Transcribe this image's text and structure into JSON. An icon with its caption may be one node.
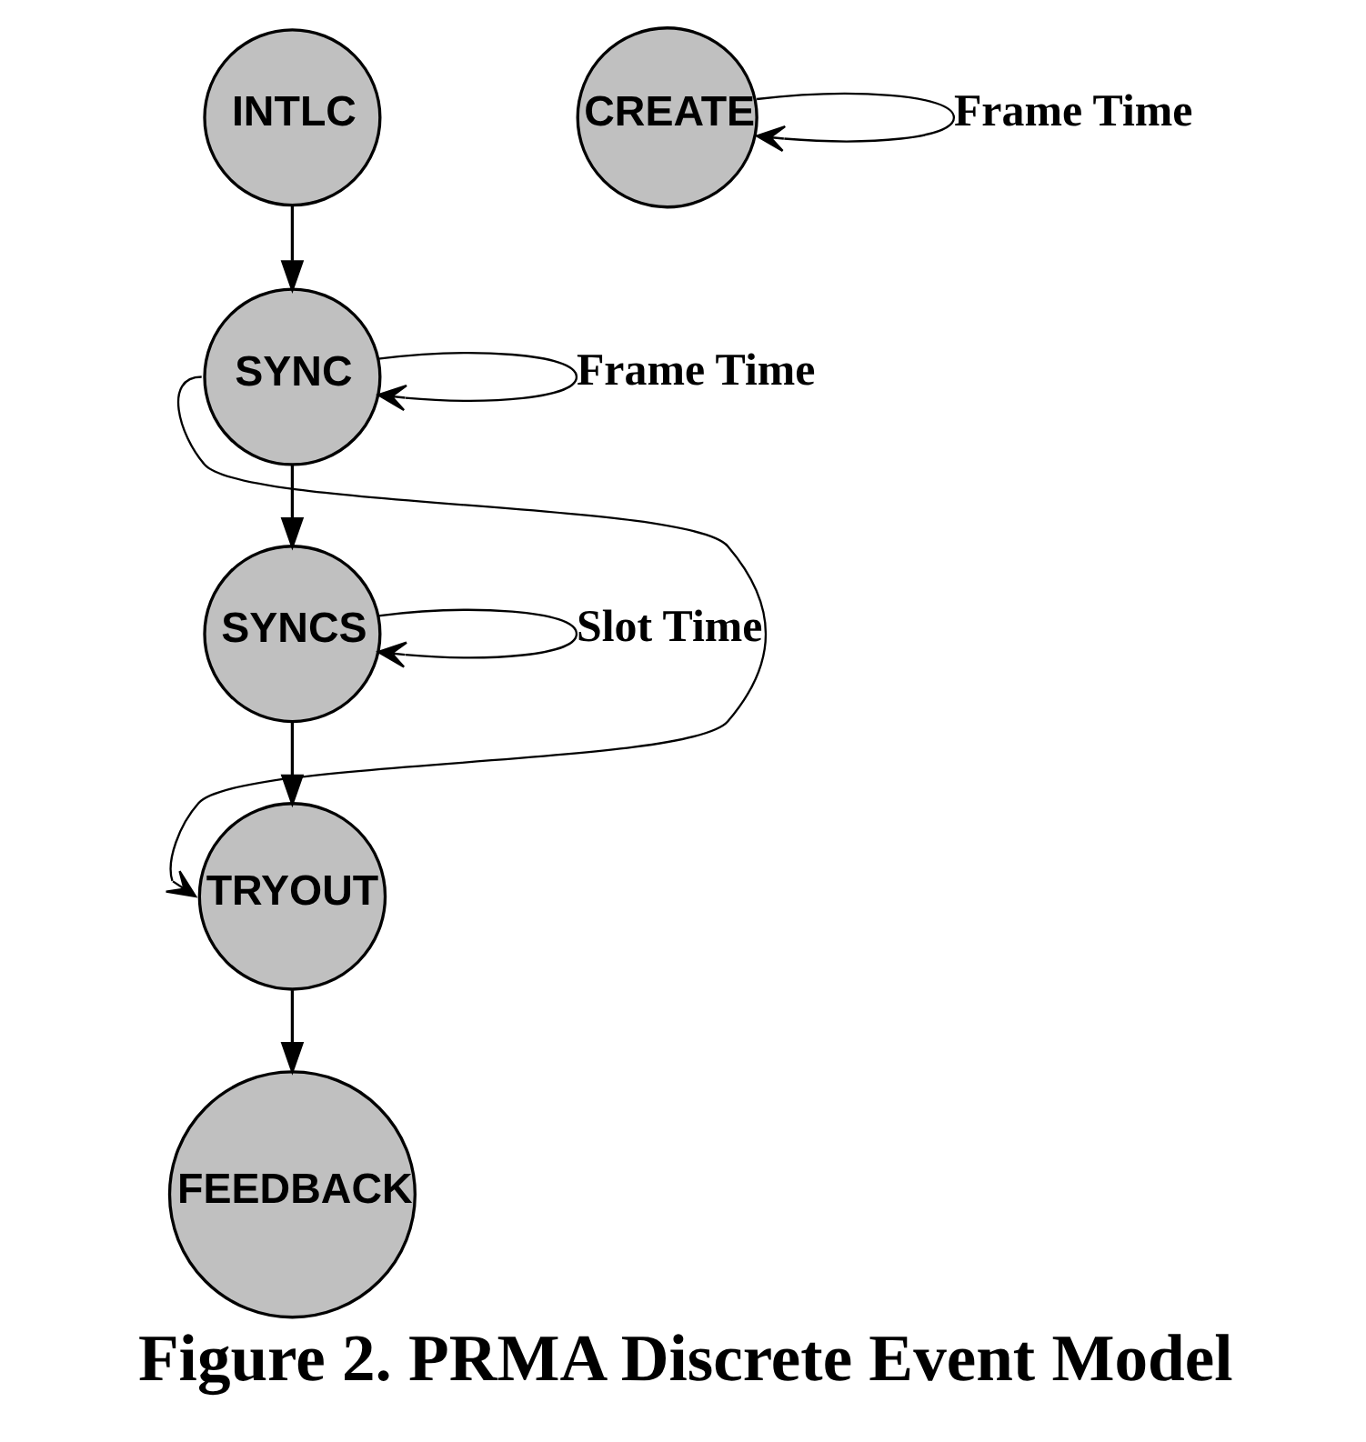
{
  "diagram": {
    "caption": "Figure 2. PRMA Discrete Event Model",
    "nodes": [
      {
        "text": [
          "INTLC"
        ]
      },
      {
        "text": [
          "SYNC"
        ]
      },
      {
        "text": [
          "SYNCS"
        ]
      },
      {
        "text": [
          "TRYOUT"
        ]
      },
      {
        "text": [
          "FEEDBACK"
        ]
      },
      {
        "text": [
          "CREATE"
        ]
      }
    ],
    "edges": [
      {
        "from": 0,
        "to": 1,
        "arrow": "to"
      },
      {
        "from": 1,
        "to": 1,
        "arrow": "to",
        "label": "Frame Time"
      },
      {
        "from": 1,
        "to": 2,
        "arrow": "to"
      },
      {
        "from": 2,
        "to": 2,
        "arrow": "to",
        "label": "Slot Time"
      },
      {
        "from": 2,
        "to": 3,
        "arrow": "to"
      },
      {
        "from": 1,
        "to": 3,
        "arrow": "to"
      },
      {
        "from": 3,
        "to": 4,
        "arrow": "to"
      },
      {
        "from": 5,
        "to": 5,
        "arrow": "to",
        "label": "Frame Time"
      }
    ]
  }
}
